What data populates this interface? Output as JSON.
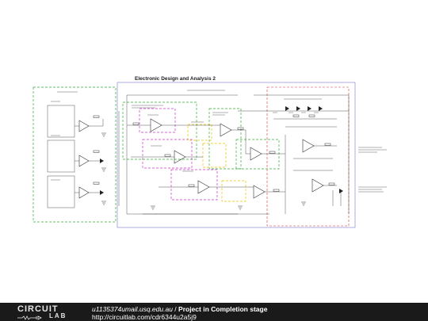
{
  "diagram": {
    "title": "Electronic Design and Analysis 2",
    "notes_topleft": [
      "Note: 3.3V on ...",
      "...",
      "..."
    ],
    "notes_right": [
      "...",
      "..."
    ],
    "notes_right_lower": [
      "...",
      "...",
      "..."
    ]
  },
  "footer": {
    "logo_top": "CIRCUIT",
    "logo_bottom": "LAB",
    "user": "u1135374umail.usq.edu.au",
    "separator": " / ",
    "project": "Project in Completion stage",
    "url": "http://circuitlab.com/cdr6344u2a5j9"
  },
  "colors": {
    "green_box": "#33aa33",
    "magenta_box": "#cc33cc",
    "yellow_box": "#e6c200",
    "red_box": "#dd3333",
    "blue_box": "#6666cc",
    "footer_bg": "#1a1a1a"
  }
}
